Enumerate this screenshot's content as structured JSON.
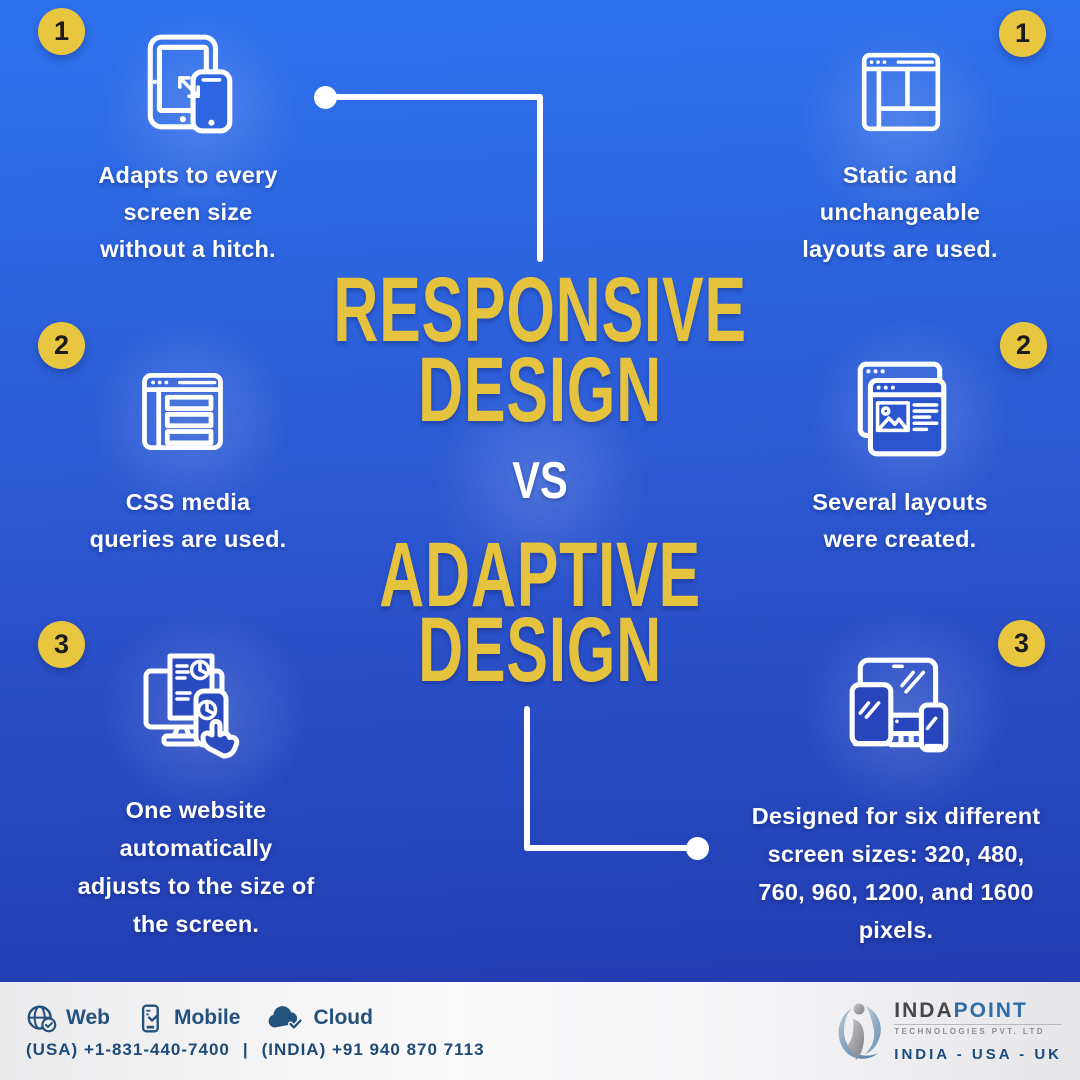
{
  "center": {
    "title1_line1": "RESPONSIVE",
    "title1_line2": "DESIGN",
    "vs": "VS",
    "title2_line1": "ADAPTIVE",
    "title2_line2": "DESIGN"
  },
  "left_items": [
    {
      "number": "1",
      "icon": "tablet-phone-resize-icon",
      "lines": [
        "Adapts to every",
        "screen size",
        "without a hitch."
      ]
    },
    {
      "number": "2",
      "icon": "browser-rows-icon",
      "lines": [
        "CSS media",
        "queries are used."
      ]
    },
    {
      "number": "3",
      "icon": "monitor-analytics-touch-icon",
      "lines": [
        "One website",
        "automatically",
        "adjusts to the size of",
        "the screen."
      ]
    }
  ],
  "right_items": [
    {
      "number": "1",
      "icon": "static-layout-icon",
      "lines": [
        "Static and",
        "unchangeable",
        "layouts are used."
      ]
    },
    {
      "number": "2",
      "icon": "stacked-browsers-icon",
      "lines": [
        "Several layouts",
        "were created."
      ]
    },
    {
      "number": "3",
      "icon": "multi-devices-icon",
      "lines": [
        "Designed for six different",
        "screen sizes: 320, 480,",
        "760, 960, 1200, and 1600",
        "pixels."
      ]
    }
  ],
  "footer": {
    "services": [
      {
        "label": "Web",
        "icon": "globe-icon"
      },
      {
        "label": "Mobile",
        "icon": "mobile-icon"
      },
      {
        "label": "Cloud",
        "icon": "cloud-icon"
      }
    ],
    "phone_usa": "(USA) +1-831-440-7400",
    "phone_separator": "|",
    "phone_india": "(INDIA) +91 940 870 7113",
    "logo": {
      "name_part1": "INDA",
      "name_part2": "POINT",
      "tagline": "TECHNOLOGIES PVT. LTD",
      "regions": "INDIA - USA - UK"
    }
  },
  "colors": {
    "background_top": "#2e71ee",
    "background_bottom": "#2336aa",
    "accent_yellow": "#e9c63f",
    "text_white": "#ffffff",
    "footer_navy": "#24527d",
    "logo_blue": "#2f6da8"
  }
}
